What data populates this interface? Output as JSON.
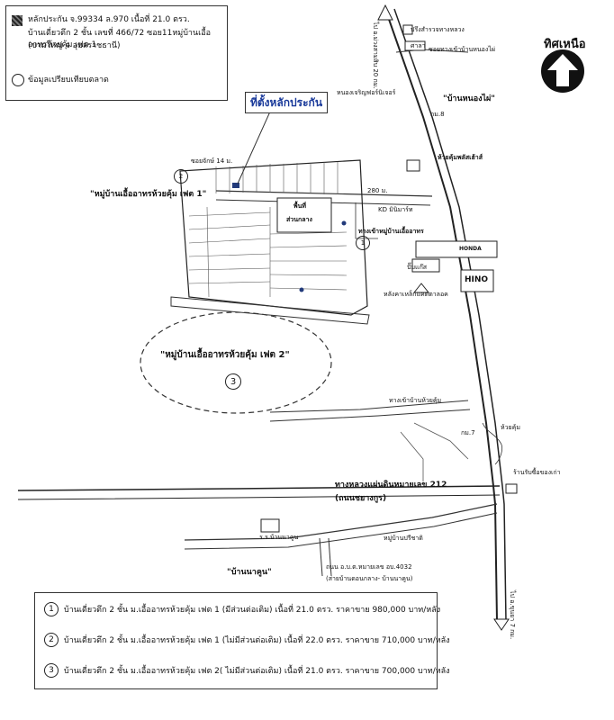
{
  "legend": {
    "line1": "หลักประกัน  จ.99334  ล.970  เนื้อที่ 21.0 ตรว.",
    "line2": "บ้านเดี่ยวตึก 2 ชั้น  เลขที่ 466/72 ซอย11หมู่บ้านเอื้ออาทรห้วยคุ้ม  เฟต 1",
    "line3": "(ขามใหญ่ จ อุบลราชธานี)",
    "comparison": "ข้อมูลเปรียบเทียบตลาด"
  },
  "north": {
    "label": "ทิศเหนือ",
    "icon": "north-arrow-icon"
  },
  "callout": "ที่ตั้งหลักประกัน",
  "labels": {
    "road_north": "ไป อ.ม่วงสามสิบ 20 กม.",
    "school": "ปรึงสำรวจทางหลวง",
    "sala": "ศาลา",
    "nongpai_junction": "ซอยทางเข้าบ้านหนองไผ่",
    "ban_nongpai": "\"บ้านหนองไผ่\"",
    "hardware": "หนองเจริญฟอร์นิเจอร์",
    "km8": "กม.8",
    "hk_furniture": "ห้วยคุ้มพลัสเฮ้าส์",
    "phase1": "\"หมู่บ้านเอื้ออาทรห้วยคุ้ม  เฟต 1\"",
    "road_280": "280  ม.",
    "kd_mart": "KD มินิมาร์ท",
    "central_area_1": "พื้นที่",
    "central_area_2": "ส่วนกลาง",
    "village_entrance": "ทางเข้าหมู่บ้านเอื้ออาทร",
    "honda": "HONDA",
    "gas": "ปั๊มแก๊ส",
    "hino": "HINO",
    "temple": "หลังคาเหล็กแคตตาลอค",
    "phase2": "\"หมู่บ้านเอื้ออาทรห้วยคุ้ม  เฟต 2\"",
    "hk_entrance": "ทางเข้าบ้านห้วยคุ้ม",
    "km7": "กม.7",
    "huaykum": "ห้วยคุ้ม",
    "shop": "ร้านรับซื้อของเก่า",
    "hwy212": "ทางหลวงแผ่นดินหมายเลข 212",
    "chayangkun": "(ถนนชยางกูร)",
    "school_bnk": "ร.ร.บ้านนาคูน",
    "village_bnk": "หมู่บ้านปรีชาติ",
    "ban_nakun": "\"บ้านนาคูน\"",
    "road4032": "ถนน อ.บ.ต.หมายเลข  อบ.4032",
    "road4032_sub": "(สายบ้านดอนกลาง- บ้านนาคูน)",
    "road_south": "ไป อ.ขุนยา 7 กม.",
    "soi14": "ซอยจักษ์ 14 ม.",
    "comp1_num": "1",
    "comp2_num": "2"
  },
  "phase2_num": "3",
  "options": [
    {
      "num": "1",
      "text": "บ้านเดี่ยวตึก 2 ชั้น ม.เอื้ออาทรห้วยคุ้ม  เฟต 1 (มีส่วนต่อเติม) เนื้อที่ 21.0 ตรว. ราคาขาย 980,000 บาท/หลัง"
    },
    {
      "num": "2",
      "text": "บ้านเดี่ยวตึก 2 ชั้น ม.เอื้ออาทรห้วยคุ้ม  เฟต 1 (ไม่มีส่วนต่อเติม) เนื้อที่ 22.0 ตรว. ราคาขาย 710,000 บาท/หลัง"
    },
    {
      "num": "3",
      "text": "บ้านเดี่ยวตึก 2 ชั้น ม.เอื้ออาทรห้วยคุ้ม  เฟต 2( ไม่มีส่วนต่อเติม) เนื้อที่ 21.0 ตรว. ราคาขาย 700,000 บาท/หลัง"
    }
  ]
}
